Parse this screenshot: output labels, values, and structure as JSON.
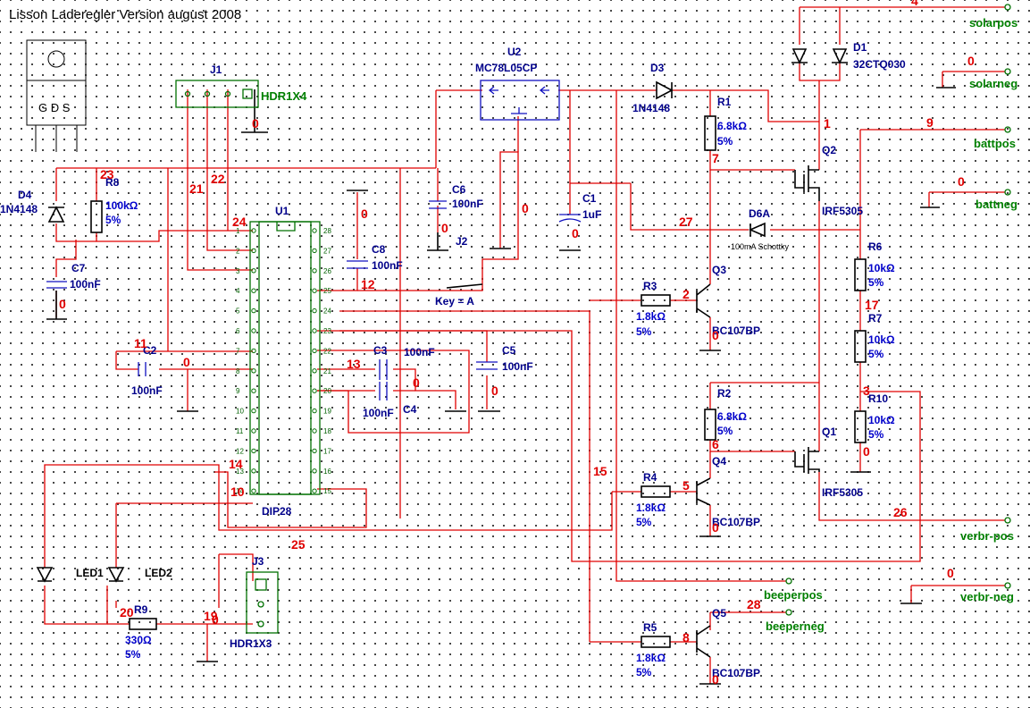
{
  "title": "Lisson Laderegler Version august 2008",
  "pkg": {
    "pins": "G D S"
  },
  "components": [
    {
      "name": "j1",
      "ref": "J1",
      "value": "HDR1X4"
    },
    {
      "name": "u2",
      "ref": "U2",
      "value": "MC78L05CP"
    },
    {
      "name": "d3",
      "ref": "D3",
      "value": "1N4148"
    },
    {
      "name": "d1",
      "ref": "D1",
      "value": "32CTQ030"
    },
    {
      "name": "r1",
      "ref": "R1",
      "value": "6.8kΩ",
      "tol": "5%"
    },
    {
      "name": "q2",
      "ref": "Q2",
      "value": "IRF5305"
    },
    {
      "name": "d4",
      "ref": "D4",
      "value": "1N4148"
    },
    {
      "name": "r8",
      "ref": "R8",
      "value": "100kΩ",
      "tol": "5%"
    },
    {
      "name": "u1",
      "ref": "U1",
      "value": "DIP28"
    },
    {
      "name": "c6",
      "ref": "C6",
      "value": "100nF"
    },
    {
      "name": "c1",
      "ref": "C1",
      "value": "1uF"
    },
    {
      "name": "d6a",
      "ref": "D6A",
      "value": "100mA Schottky"
    },
    {
      "name": "c7",
      "ref": "C7",
      "value": "100nF"
    },
    {
      "name": "c8",
      "ref": "C8",
      "value": "100nF"
    },
    {
      "name": "j2",
      "ref": "J2",
      "value": "Key = A"
    },
    {
      "name": "r6",
      "ref": "R6",
      "value": "10kΩ",
      "tol": "5%"
    },
    {
      "name": "q3",
      "ref": "Q3",
      "value": "BC107BP"
    },
    {
      "name": "r3",
      "ref": "R3",
      "value": "1.8kΩ",
      "tol": "5%"
    },
    {
      "name": "r7",
      "ref": "R7",
      "value": "10kΩ",
      "tol": "5%"
    },
    {
      "name": "c2",
      "ref": "C2",
      "value": "100nF"
    },
    {
      "name": "c3",
      "ref": "C3",
      "value": "100nF"
    },
    {
      "name": "c5",
      "ref": "C5",
      "value": "100nF"
    },
    {
      "name": "c4",
      "ref": "C4",
      "value": "100nF"
    },
    {
      "name": "r2",
      "ref": "R2",
      "value": "6.8kΩ",
      "tol": "5%"
    },
    {
      "name": "r10",
      "ref": "R10",
      "value": "10kΩ",
      "tol": "5%"
    },
    {
      "name": "q1",
      "ref": "Q1",
      "value": "IRF5305"
    },
    {
      "name": "q4",
      "ref": "Q4",
      "value": "BC107BP"
    },
    {
      "name": "r4",
      "ref": "R4",
      "value": "1.8kΩ",
      "tol": "5%"
    },
    {
      "name": "j3",
      "ref": "J3",
      "value": "HDR1X3"
    },
    {
      "name": "led1",
      "ref": "LED1",
      "value": ""
    },
    {
      "name": "led2",
      "ref": "LED2",
      "value": ""
    },
    {
      "name": "r9",
      "ref": "R9",
      "value": "330Ω",
      "tol": "5%"
    },
    {
      "name": "q5",
      "ref": "Q5",
      "value": "BC107BP"
    },
    {
      "name": "r5",
      "ref": "R5",
      "value": "1.8kΩ",
      "tol": "5%"
    }
  ],
  "ports": [
    {
      "name": "solarpos",
      "label": "solarpos",
      "net": "4"
    },
    {
      "name": "solarneg",
      "label": "solarneg",
      "net": "0"
    },
    {
      "name": "battpos",
      "label": "battpos",
      "net": "9"
    },
    {
      "name": "battneg",
      "label": "battneg",
      "net": "0"
    },
    {
      "name": "verbr-pos",
      "label": "verbr-pos",
      "net": "26"
    },
    {
      "name": "verbr-neg",
      "label": "verbr-neg",
      "net": "0"
    },
    {
      "name": "beeperpos",
      "label": "beeperpos",
      "net": ""
    },
    {
      "name": "beeperneg",
      "label": "beeperneg",
      "net": "28"
    }
  ],
  "nets": [
    "23",
    "22",
    "21",
    "24",
    "0",
    "11",
    "13",
    "12",
    "14",
    "10",
    "20",
    "19",
    "25",
    "15",
    "27",
    "2",
    "1",
    "7",
    "3",
    "17",
    "6",
    "5",
    "8"
  ],
  "u1_pins_left": [
    "1",
    "2",
    "3",
    "4",
    "5",
    "6",
    "7",
    "8",
    "9",
    "10",
    "11",
    "12",
    "13",
    "14"
  ],
  "u1_pins_right": [
    "28",
    "27",
    "26",
    "25",
    "24",
    "23",
    "22",
    "21",
    "20",
    "19",
    "18",
    "17",
    "16",
    "15"
  ]
}
